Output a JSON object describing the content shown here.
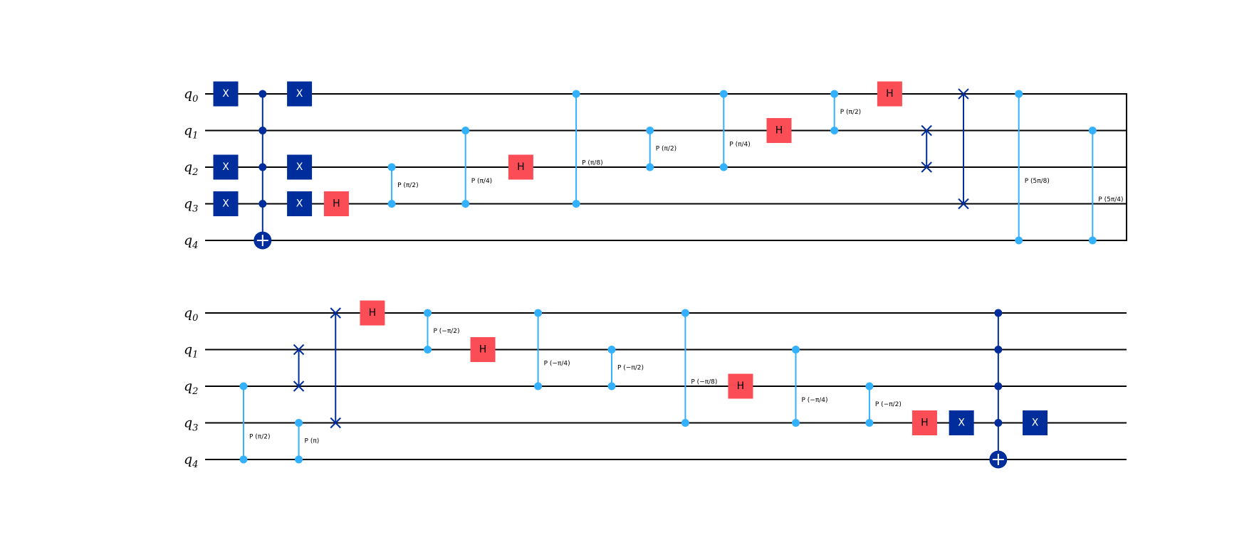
{
  "colors": {
    "wire": "#000000",
    "x_gate": "#002d9c",
    "h_gate": "#fa4d56",
    "cphase": "#33b1ff",
    "control": "#002d9c",
    "gate_text_x": "#ffffff",
    "gate_text_h": "#000000"
  },
  "icons": {
    "target": "cnot-target-icon",
    "swap": "swap-cross-icon",
    "control": "control-dot-icon"
  },
  "rows": [
    {
      "qubits": [
        {
          "base": "q",
          "sub": "0"
        },
        {
          "base": "q",
          "sub": "1"
        },
        {
          "base": "q",
          "sub": "2"
        },
        {
          "base": "q",
          "sub": "3"
        },
        {
          "base": "q",
          "sub": "4"
        }
      ],
      "ops": [
        {
          "type": "gate",
          "name": "X",
          "col": 1,
          "q": 0
        },
        {
          "type": "gate",
          "name": "X",
          "col": 1,
          "q": 2
        },
        {
          "type": "gate",
          "name": "X",
          "col": 1,
          "q": 3
        },
        {
          "type": "mcx",
          "col": 2,
          "controls": [
            0,
            1,
            2,
            3
          ],
          "target": 4
        },
        {
          "type": "gate",
          "name": "X",
          "col": 3,
          "q": 0
        },
        {
          "type": "gate",
          "name": "X",
          "col": 3,
          "q": 2
        },
        {
          "type": "gate",
          "name": "X",
          "col": 3,
          "q": 3
        },
        {
          "type": "gate",
          "name": "H",
          "col": 4,
          "q": 3
        },
        {
          "type": "cp",
          "col": 5.5,
          "q1": 2,
          "q2": 3,
          "label": "P (π/2)"
        },
        {
          "type": "cp",
          "col": 7.5,
          "q1": 1,
          "q2": 3,
          "label": "P (π/4)"
        },
        {
          "type": "gate",
          "name": "H",
          "col": 9,
          "q": 2
        },
        {
          "type": "cp",
          "col": 10.5,
          "q1": 0,
          "q2": 3,
          "label": "P (π/8)"
        },
        {
          "type": "cp",
          "col": 12.5,
          "q1": 1,
          "q2": 2,
          "label": "P (π/2)"
        },
        {
          "type": "cp",
          "col": 14.5,
          "q1": 0,
          "q2": 2,
          "label": "P (π/4)"
        },
        {
          "type": "gate",
          "name": "H",
          "col": 16,
          "q": 1
        },
        {
          "type": "cp",
          "col": 17.5,
          "q1": 0,
          "q2": 1,
          "label": "P (π/2)"
        },
        {
          "type": "gate",
          "name": "H",
          "col": 19,
          "q": 0
        },
        {
          "type": "swap",
          "col": 20,
          "q1": 1,
          "q2": 2
        },
        {
          "type": "swap",
          "col": 21,
          "q1": 0,
          "q2": 3
        },
        {
          "type": "cp",
          "col": 22.5,
          "q1": 0,
          "q2": 4,
          "label": "P (5π/8)"
        },
        {
          "type": "cp",
          "col": 24.5,
          "q1": 1,
          "q2": 4,
          "label": "P (5π/4)"
        }
      ]
    },
    {
      "qubits": [
        {
          "base": "q",
          "sub": "0"
        },
        {
          "base": "q",
          "sub": "1"
        },
        {
          "base": "q",
          "sub": "2"
        },
        {
          "base": "q",
          "sub": "3"
        },
        {
          "base": "q",
          "sub": "4"
        }
      ],
      "ops": [
        {
          "type": "cp",
          "col": 1,
          "q1": 2,
          "q2": 4,
          "label": "P (π/2)"
        },
        {
          "type": "cp",
          "col": 2.5,
          "q1": 3,
          "q2": 4,
          "label": "P (π)"
        },
        {
          "type": "swap",
          "col": 2.5,
          "q1": 1,
          "q2": 2
        },
        {
          "type": "swap",
          "col": 3.5,
          "q1": 0,
          "q2": 3
        },
        {
          "type": "gate",
          "name": "H",
          "col": 4.5,
          "q": 0
        },
        {
          "type": "cp",
          "col": 6,
          "q1": 0,
          "q2": 1,
          "label": "P (−π/2)"
        },
        {
          "type": "gate",
          "name": "H",
          "col": 7.5,
          "q": 1
        },
        {
          "type": "cp",
          "col": 9,
          "q1": 0,
          "q2": 2,
          "label": "P (−π/4)"
        },
        {
          "type": "cp",
          "col": 11,
          "q1": 1,
          "q2": 2,
          "label": "P (−π/2)"
        },
        {
          "type": "cp",
          "col": 13,
          "q1": 0,
          "q2": 3,
          "label": "P (−π/8)"
        },
        {
          "type": "gate",
          "name": "H",
          "col": 14.5,
          "q": 2
        },
        {
          "type": "cp",
          "col": 16,
          "q1": 1,
          "q2": 3,
          "label": "P (−π/4)"
        },
        {
          "type": "cp",
          "col": 18,
          "q1": 2,
          "q2": 3,
          "label": "P (−π/2)"
        },
        {
          "type": "gate",
          "name": "H",
          "col": 19.5,
          "q": 3
        },
        {
          "type": "gate",
          "name": "X",
          "col": 20.5,
          "q": 3
        },
        {
          "type": "mcx",
          "col": 21.5,
          "controls": [
            0,
            1,
            2,
            3
          ],
          "target": 4
        },
        {
          "type": "gate",
          "name": "X",
          "col": 22.5,
          "q": 3
        }
      ]
    }
  ]
}
